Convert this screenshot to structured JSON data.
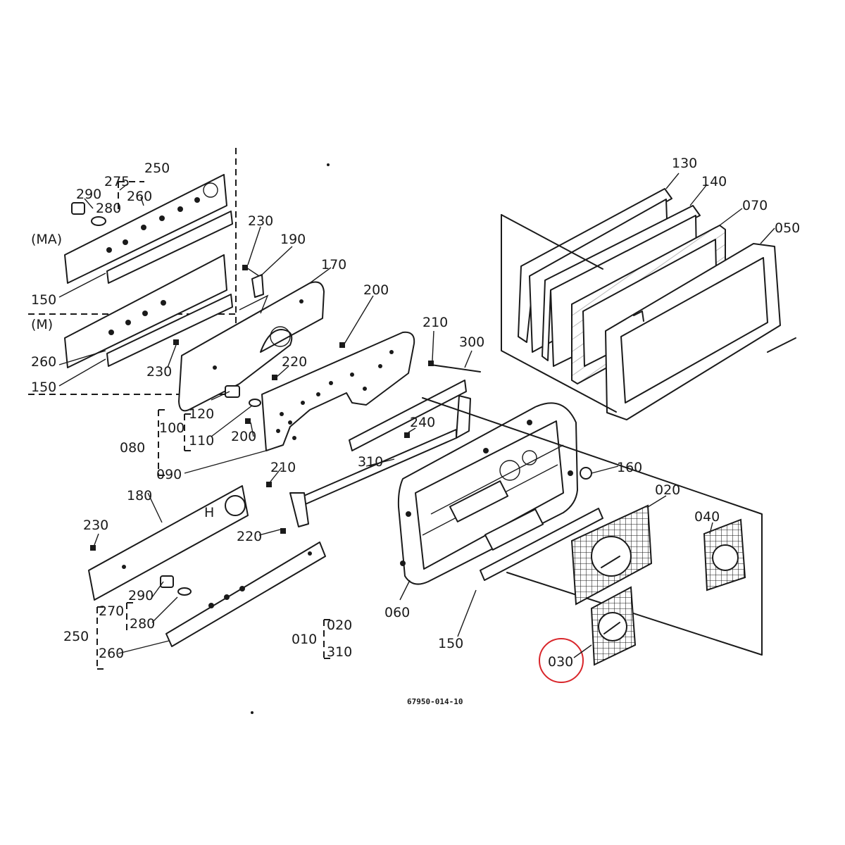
{
  "labels": {
    "p250_top": "250",
    "p275": "275",
    "p290_top": "290",
    "p280_top": "280",
    "p260_top": "260",
    "ma": "(MA)",
    "p150_a": "150",
    "m": "(M)",
    "p260_m": "260",
    "p150_b": "150",
    "p230_a": "230",
    "p190": "190",
    "p170": "170",
    "p200_a": "200",
    "p230_b": "230",
    "p220_a": "220",
    "p120": "120",
    "p100": "100",
    "p110": "110",
    "p200_b": "200",
    "p080": "080",
    "p090": "090",
    "p210_a": "210",
    "p300": "300",
    "p240": "240",
    "p310_a": "310",
    "p210_b": "210",
    "p130": "130",
    "p140": "140",
    "p070": "070",
    "p050": "050",
    "p160": "160",
    "p020_a": "020",
    "p040": "040",
    "p180": "180",
    "p230_c": "230",
    "p220_b": "220",
    "p290_b": "290",
    "p270": "270",
    "p280_b": "280",
    "p250_b": "250",
    "p260_b": "260",
    "p060": "060",
    "p150_c": "150",
    "p010": "010",
    "p020_b": "020",
    "p310_b": "310",
    "p030": "030",
    "drawing_no": "67950-014-10"
  },
  "colors": {
    "ink": "#1a1a1a",
    "highlight": "#d9262b",
    "background": "#ffffff"
  },
  "highlighted_part": "030"
}
